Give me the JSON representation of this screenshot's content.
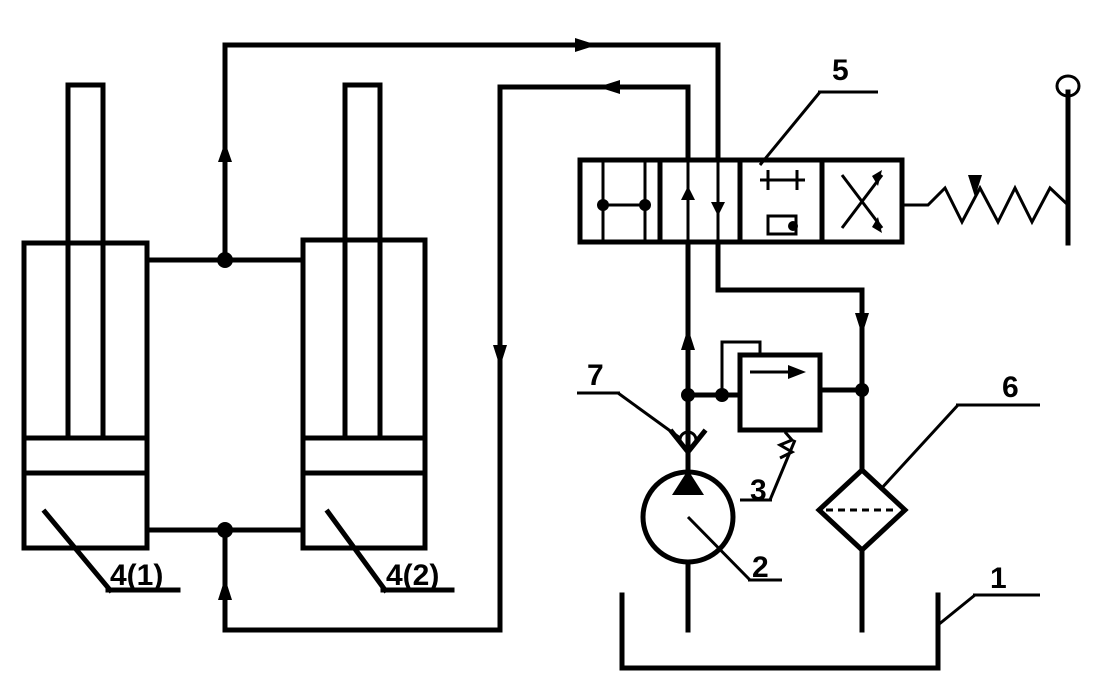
{
  "labels": {
    "tank": "1",
    "pump": "2",
    "relief_valve": "3",
    "cylinder_1": "4(1)",
    "cylinder_2": "4(2)",
    "directional_valve": "5",
    "filter": "6",
    "check_valve": "7"
  }
}
